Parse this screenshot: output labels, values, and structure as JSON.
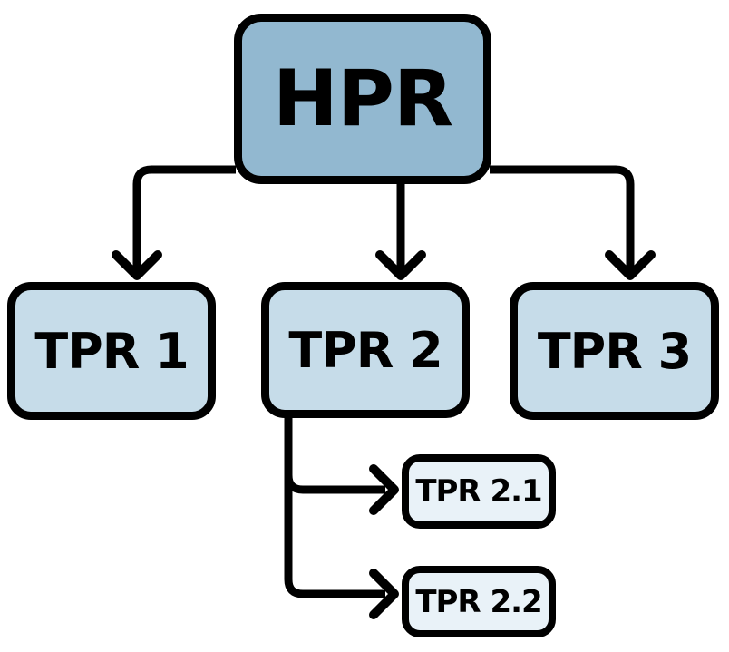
{
  "diagram": {
    "type": "tree",
    "nodes": [
      {
        "id": "hpr",
        "label": "HPR",
        "level": "root"
      },
      {
        "id": "tpr1",
        "label": "TPR 1",
        "level": "child"
      },
      {
        "id": "tpr2",
        "label": "TPR 2",
        "level": "child"
      },
      {
        "id": "tpr3",
        "label": "TPR 3",
        "level": "child"
      },
      {
        "id": "tpr21",
        "label": "TPR 2.1",
        "level": "leaf"
      },
      {
        "id": "tpr22",
        "label": "TPR 2.2",
        "level": "leaf"
      }
    ],
    "edges": [
      {
        "from": "HPR",
        "to": "TPR 1",
        "style": "elbow-arrow"
      },
      {
        "from": "HPR",
        "to": "TPR 2",
        "style": "straight-arrow"
      },
      {
        "from": "HPR",
        "to": "TPR 3",
        "style": "elbow-arrow"
      },
      {
        "from": "TPR 2",
        "to": "TPR 2.1",
        "style": "elbow-arrow"
      },
      {
        "from": "TPR 2",
        "to": "TPR 2.2",
        "style": "elbow-arrow"
      }
    ]
  },
  "colors": {
    "bg": "#ffffff",
    "line": "#000000",
    "text": "#000000",
    "root-fill": "#92b8d0",
    "child-fill": "#c6dce9",
    "leaf-fill": "#e9f2f8"
  }
}
